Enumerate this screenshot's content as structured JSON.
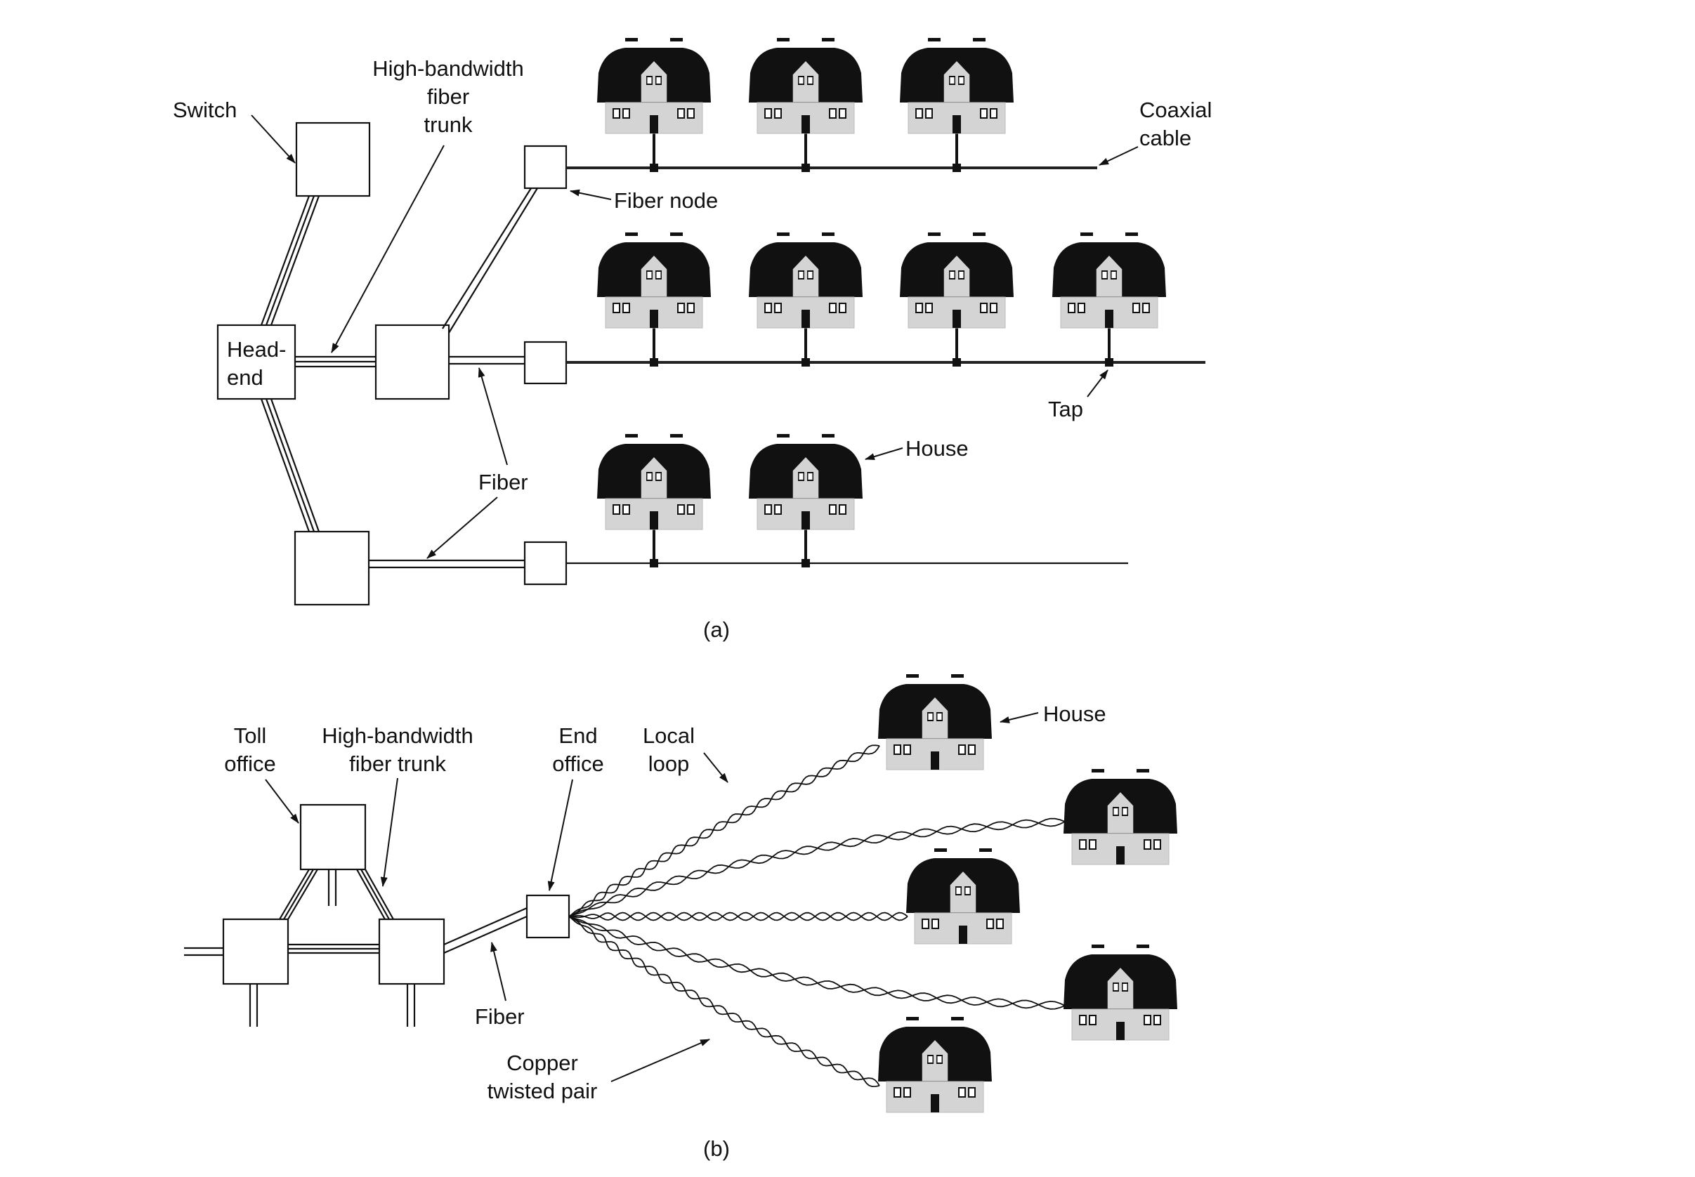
{
  "diagram": {
    "part_a": {
      "caption": "(a)",
      "labels": {
        "switch": "Switch",
        "trunk": [
          "High-bandwidth",
          "fiber",
          "trunk"
        ],
        "coax": [
          "Coaxial",
          "cable"
        ],
        "fiber_node": "Fiber node",
        "headend": [
          "Head-",
          "end"
        ],
        "tap": "Tap",
        "house": "House",
        "fiber": "Fiber"
      }
    },
    "part_b": {
      "caption": "(b)",
      "labels": {
        "toll": [
          "Toll",
          "office"
        ],
        "trunk": [
          "High-bandwidth",
          "fiber trunk"
        ],
        "end_office": [
          "End",
          "office"
        ],
        "local_loop": [
          "Local",
          "loop"
        ],
        "house": "House",
        "fiber": "Fiber",
        "copper": [
          "Copper",
          "twisted pair"
        ]
      }
    }
  }
}
